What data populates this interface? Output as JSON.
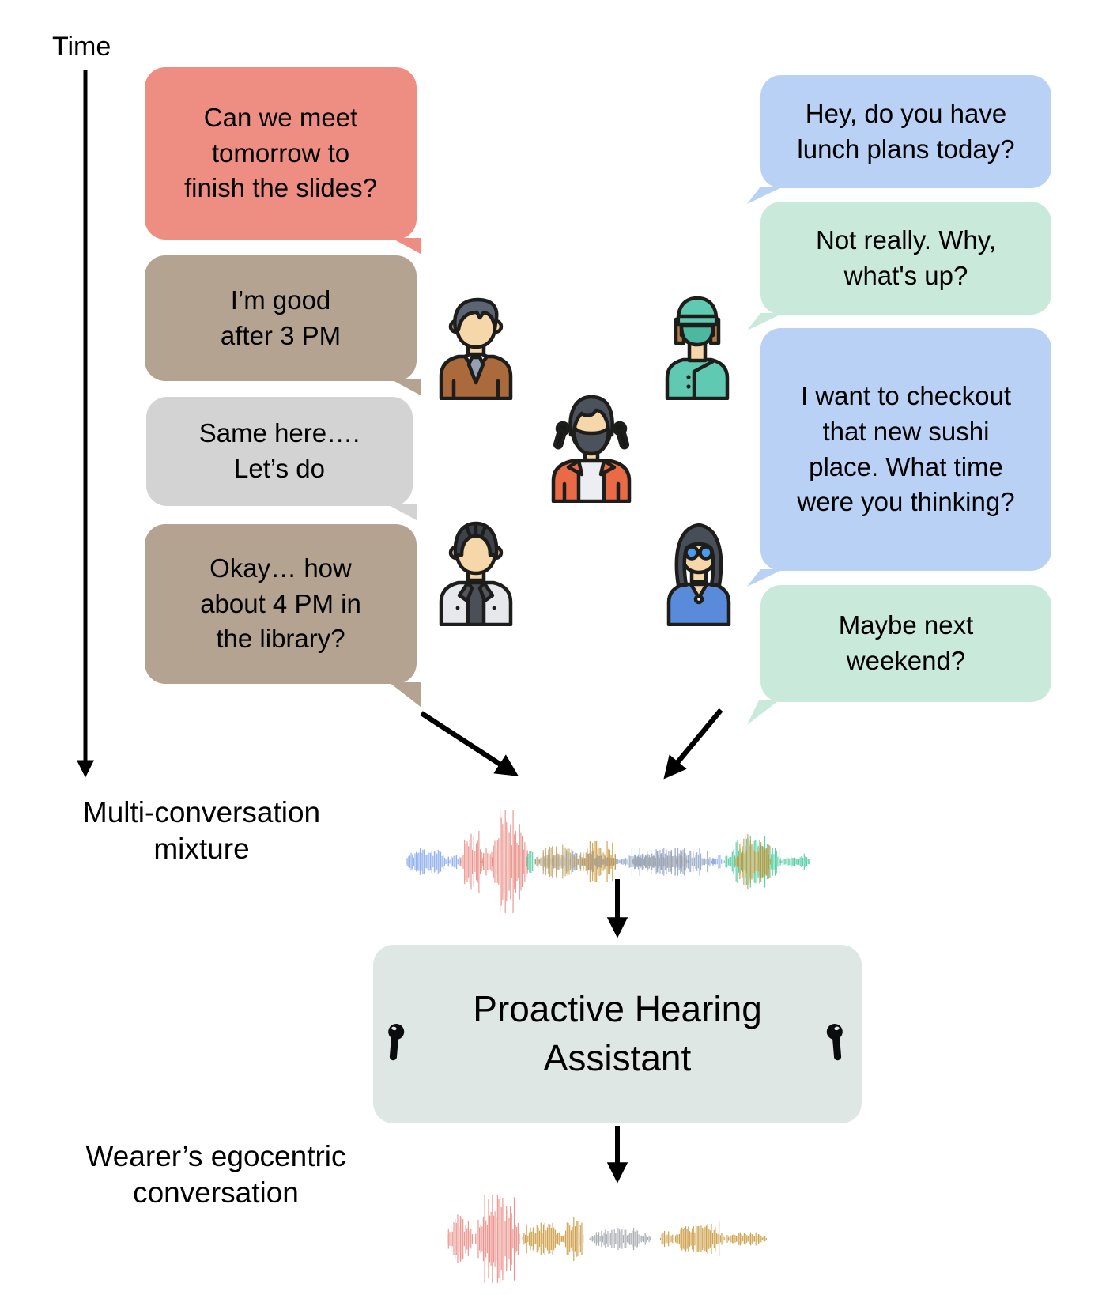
{
  "timeline": {
    "label": "Time"
  },
  "conversation_left": {
    "bubbles": [
      {
        "speaker_color": "#ee8e82",
        "text": "Can we meet\ntomorrow to\nfinish the slides?"
      },
      {
        "speaker_color": "#b4a390",
        "text": "I’m good\nafter 3 PM"
      },
      {
        "speaker_color": "#d3d3d3",
        "text": "Same here….\nLet’s do"
      },
      {
        "speaker_color": "#b4a390",
        "text": "Okay… how\nabout 4 PM in\nthe library?"
      }
    ]
  },
  "conversation_right": {
    "bubbles": [
      {
        "speaker_color": "#b9d1f5",
        "text": "Hey, do you have\nlunch plans today?"
      },
      {
        "speaker_color": "#c9e9db",
        "text": "Not really. Why,\nwhat's up?"
      },
      {
        "speaker_color": "#b9d1f5",
        "text": "I want to checkout\nthat new sushi\nplace. What time\nwere you thinking?"
      },
      {
        "speaker_color": "#c9e9db",
        "text": "Maybe next\nweekend?"
      }
    ]
  },
  "avatars": [
    {
      "name": "man-brown-suit"
    },
    {
      "name": "surgeon-scrubs"
    },
    {
      "name": "wearer-with-earbuds"
    },
    {
      "name": "man-white-jacket"
    },
    {
      "name": "woman-blue-glasses"
    }
  ],
  "labels": {
    "mixture": "Multi-conversation\nmixture",
    "output": "Wearer’s egocentric\nconversation"
  },
  "assistant_box": {
    "label": "Proactive Hearing\nAssistant",
    "fill": "#dfe7e4"
  },
  "waveforms": {
    "mixture": {
      "seed": 11,
      "segments": [
        {
          "color": "#80a4ea",
          "start": 0.0,
          "end": 0.105,
          "amp": 0.28
        },
        {
          "color": "#80a4ea",
          "start": 0.105,
          "end": 0.135,
          "amp": 0.15
        },
        {
          "color": "#e8837a",
          "start": 0.135,
          "end": 0.19,
          "amp": 0.6
        },
        {
          "color": "#e8837a",
          "start": 0.188,
          "end": 0.215,
          "amp": 0.3
        },
        {
          "color": "#e8837a",
          "start": 0.213,
          "end": 0.3,
          "amp": 1.0
        },
        {
          "color": "#41c796",
          "start": 0.298,
          "end": 0.32,
          "amp": 0.28
        },
        {
          "color": "#80a4ea",
          "start": 0.32,
          "end": 0.53,
          "amp": 0.2
        },
        {
          "color": "#bfa05c",
          "start": 0.32,
          "end": 0.435,
          "amp": 0.33
        },
        {
          "color": "#c8922f",
          "start": 0.435,
          "end": 0.52,
          "amp": 0.4
        },
        {
          "color": "#8ea3c4",
          "start": 0.53,
          "end": 0.76,
          "amp": 0.27
        },
        {
          "color": "#9aa0a6",
          "start": 0.56,
          "end": 0.7,
          "amp": 0.2
        },
        {
          "color": "#80a4ea",
          "start": 0.755,
          "end": 0.79,
          "amp": 0.14
        },
        {
          "color": "#41c796",
          "start": 0.79,
          "end": 0.925,
          "amp": 0.5
        },
        {
          "color": "#c8922f",
          "start": 0.815,
          "end": 0.9,
          "amp": 0.55
        },
        {
          "color": "#41c796",
          "start": 0.925,
          "end": 1.0,
          "amp": 0.16
        }
      ]
    },
    "egocentric": {
      "seed": 5,
      "segments": [
        {
          "color": "#e8837a",
          "start": 0.0,
          "end": 0.075,
          "amp": 0.55
        },
        {
          "color": "#e8837a",
          "start": 0.085,
          "end": 0.215,
          "amp": 1.0
        },
        {
          "color": "#c8922f",
          "start": 0.225,
          "end": 0.345,
          "amp": 0.36
        },
        {
          "color": "#c8922f",
          "start": 0.345,
          "end": 0.405,
          "amp": 0.5
        },
        {
          "color": "#9aa0a6",
          "start": 0.425,
          "end": 0.605,
          "amp": 0.25
        },
        {
          "color": "#c8922f",
          "start": 0.635,
          "end": 0.675,
          "amp": 0.18
        },
        {
          "color": "#c8922f",
          "start": 0.68,
          "end": 0.825,
          "amp": 0.42
        },
        {
          "color": "#c8922f",
          "start": 0.83,
          "end": 0.95,
          "amp": 0.15
        }
      ]
    }
  }
}
